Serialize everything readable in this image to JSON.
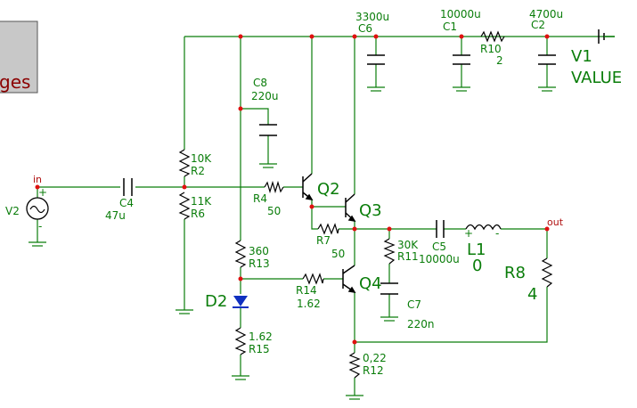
{
  "tab": {
    "label": "ges"
  },
  "colors": {
    "wire": "#0a7d0a",
    "component": "#000000",
    "node": "#e01010",
    "label": "#0a7d0a",
    "net_label": "#b01010",
    "diode": "#1030c0"
  },
  "labels": {
    "c6_value": "3300u",
    "c6_name": "C6",
    "c1_value": "10000u",
    "c1_name": "C1",
    "c2_value": "4700u",
    "c2_name": "C2",
    "r10_name": "R10",
    "r10_value": "2",
    "v1_name": "V1",
    "v1_value": "VALUE",
    "c8_name": "C8",
    "c8_value": "220u",
    "in_net": "in",
    "v2_name": "V2",
    "c4_name": "C4",
    "c4_value": "47u",
    "r2_value": "10K",
    "r2_name": "R2",
    "r6_value": "11K",
    "r6_name": "R6",
    "r4_name": "R4",
    "r4_value": "50",
    "q2_name": "Q2",
    "q3_name": "Q3",
    "r7_name": "R7",
    "r7_value": "50",
    "r11_value": "30K",
    "r11_name": "R11",
    "c5_name": "C5",
    "c5_value": "10000u",
    "l1_name": "L1",
    "l1_value": "0",
    "out_net": "out",
    "r8_name": "R8",
    "r8_value": "4",
    "r13_value": "360",
    "r13_name": "R13",
    "r14_name": "R14",
    "r14_value": "1.62",
    "q4_name": "Q4",
    "d2_name": "D2",
    "c7_name": "C7",
    "c7_value": "220n",
    "r15_value": "1.62",
    "r15_name": "R15",
    "r12_value": "0,22",
    "r12_name": "R12",
    "plus": "+",
    "minus": "-"
  }
}
